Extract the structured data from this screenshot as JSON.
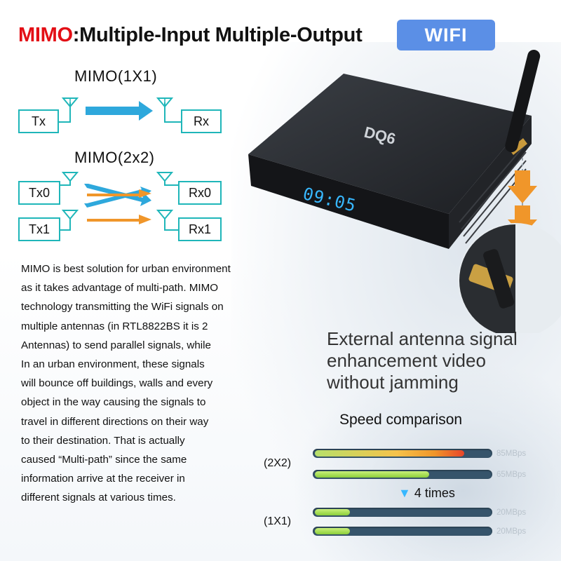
{
  "title": {
    "highlight": "MIMO",
    "rest": ":Multiple-Input Multiple-Output"
  },
  "badge": "WIFI",
  "mimo1x1": {
    "label": "MIMO(1X1)",
    "tx": "Tx",
    "rx": "Rx"
  },
  "mimo2x2": {
    "label": "MIMO(2x2)",
    "tx0": "Tx0",
    "tx1": "Tx1",
    "rx0": "Rx0",
    "rx1": "Rx1"
  },
  "description": [
    "MIMO is best solution for urban environment",
    "as it takes advantage of multi-path. MIMO",
    "technology transmitting the WiFi signals on",
    "multiple antennas (in RTL8822BS it is 2",
    "Antennas) to send parallel signals, while",
    "In an urban environment, these signals",
    "will bounce off buildings, walls and every",
    "object in the way causing the signals to",
    "travel in different directions on their way",
    "to their destination. That is actually",
    "caused “Multi-path” since the same",
    "information arrive at the receiver in",
    "different signals at various times."
  ],
  "device": {
    "logo": "DQ6",
    "clock": "09:05"
  },
  "external_antenna": [
    "External antenna signal",
    "enhancement video",
    "without jamming"
  ],
  "speed": {
    "title": "Speed comparison",
    "group_2x2": "(2X2)",
    "group_1x1": "(1X1)",
    "multiplier": "4 times",
    "bars": [
      {
        "label": "85MBps",
        "fraction": 0.85,
        "color": "#f0962a"
      },
      {
        "label": "65MBps",
        "fraction": 0.65,
        "color": "#8ccf3a"
      },
      {
        "label": "20MBps",
        "fraction": 0.2,
        "color": "#8ccf3a"
      },
      {
        "label": "20MBps",
        "fraction": 0.2,
        "color": "#8ccf3a"
      }
    ]
  },
  "colors": {
    "accent_red": "#e30f16",
    "badge_blue": "#5b8fe6",
    "node_teal": "#1fb6b9",
    "arrow_blue": "#2ea8dc",
    "arrow_orange": "#f0962a"
  }
}
